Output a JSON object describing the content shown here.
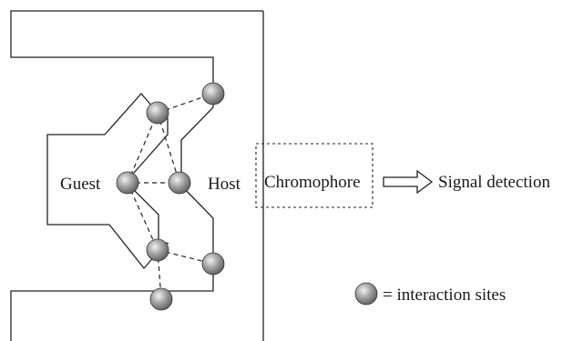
{
  "labels": {
    "guest": "Guest",
    "host": "Host",
    "chromophore": "Chromophore",
    "signal": "Signal detection",
    "legend": "= interaction sites"
  },
  "colors": {
    "line": "#222222",
    "sphere_light": "#f2f2f2",
    "sphere_mid": "#a8a8a8",
    "sphere_dark": "#5a5a5a",
    "text": "#1a1a1a"
  }
}
